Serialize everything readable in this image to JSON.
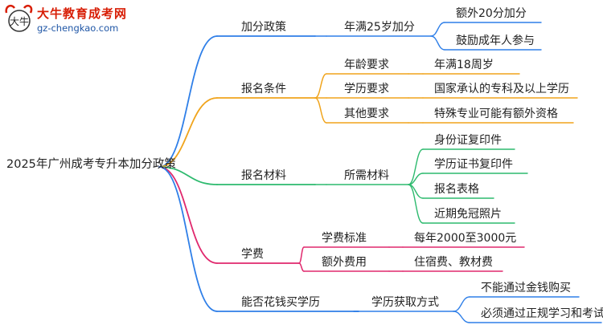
{
  "logo": {
    "title": "大牛教育成考网",
    "url": "gz-chengkao.com",
    "mark_text": "大牛"
  },
  "colors": {
    "blue": "#2f7fe8",
    "orange": "#f0a41c",
    "green": "#2dba6e",
    "magenta": "#e0286d"
  },
  "root": "2025年广州成考专升本加分政策",
  "branches": [
    {
      "label": "加分政策",
      "children": [
        {
          "label": "年满25岁加分",
          "children": [
            "额外20分加分",
            "鼓励成年人参与"
          ]
        }
      ]
    },
    {
      "label": "报名条件",
      "children": [
        {
          "label": "年龄要求",
          "children": [
            "年满18周岁"
          ]
        },
        {
          "label": "学历要求",
          "children": [
            "国家承认的专科及以上学历"
          ]
        },
        {
          "label": "其他要求",
          "children": [
            "特殊专业可能有额外资格"
          ]
        }
      ]
    },
    {
      "label": "报名材料",
      "children": [
        {
          "label": "所需材料",
          "children": [
            "身份证复印件",
            "学历证书复印件",
            "报名表格",
            "近期免冠照片"
          ]
        }
      ]
    },
    {
      "label": "学费",
      "children": [
        {
          "label": "学费标准",
          "children": [
            "每年2000至3000元"
          ]
        },
        {
          "label": "额外费用",
          "children": [
            "住宿费、教材费"
          ]
        }
      ]
    },
    {
      "label": "能否花钱买学历",
      "children": [
        {
          "label": "学历获取方式",
          "children": [
            "不能通过金钱购买",
            "必须通过正规学习和考试"
          ]
        }
      ]
    }
  ]
}
